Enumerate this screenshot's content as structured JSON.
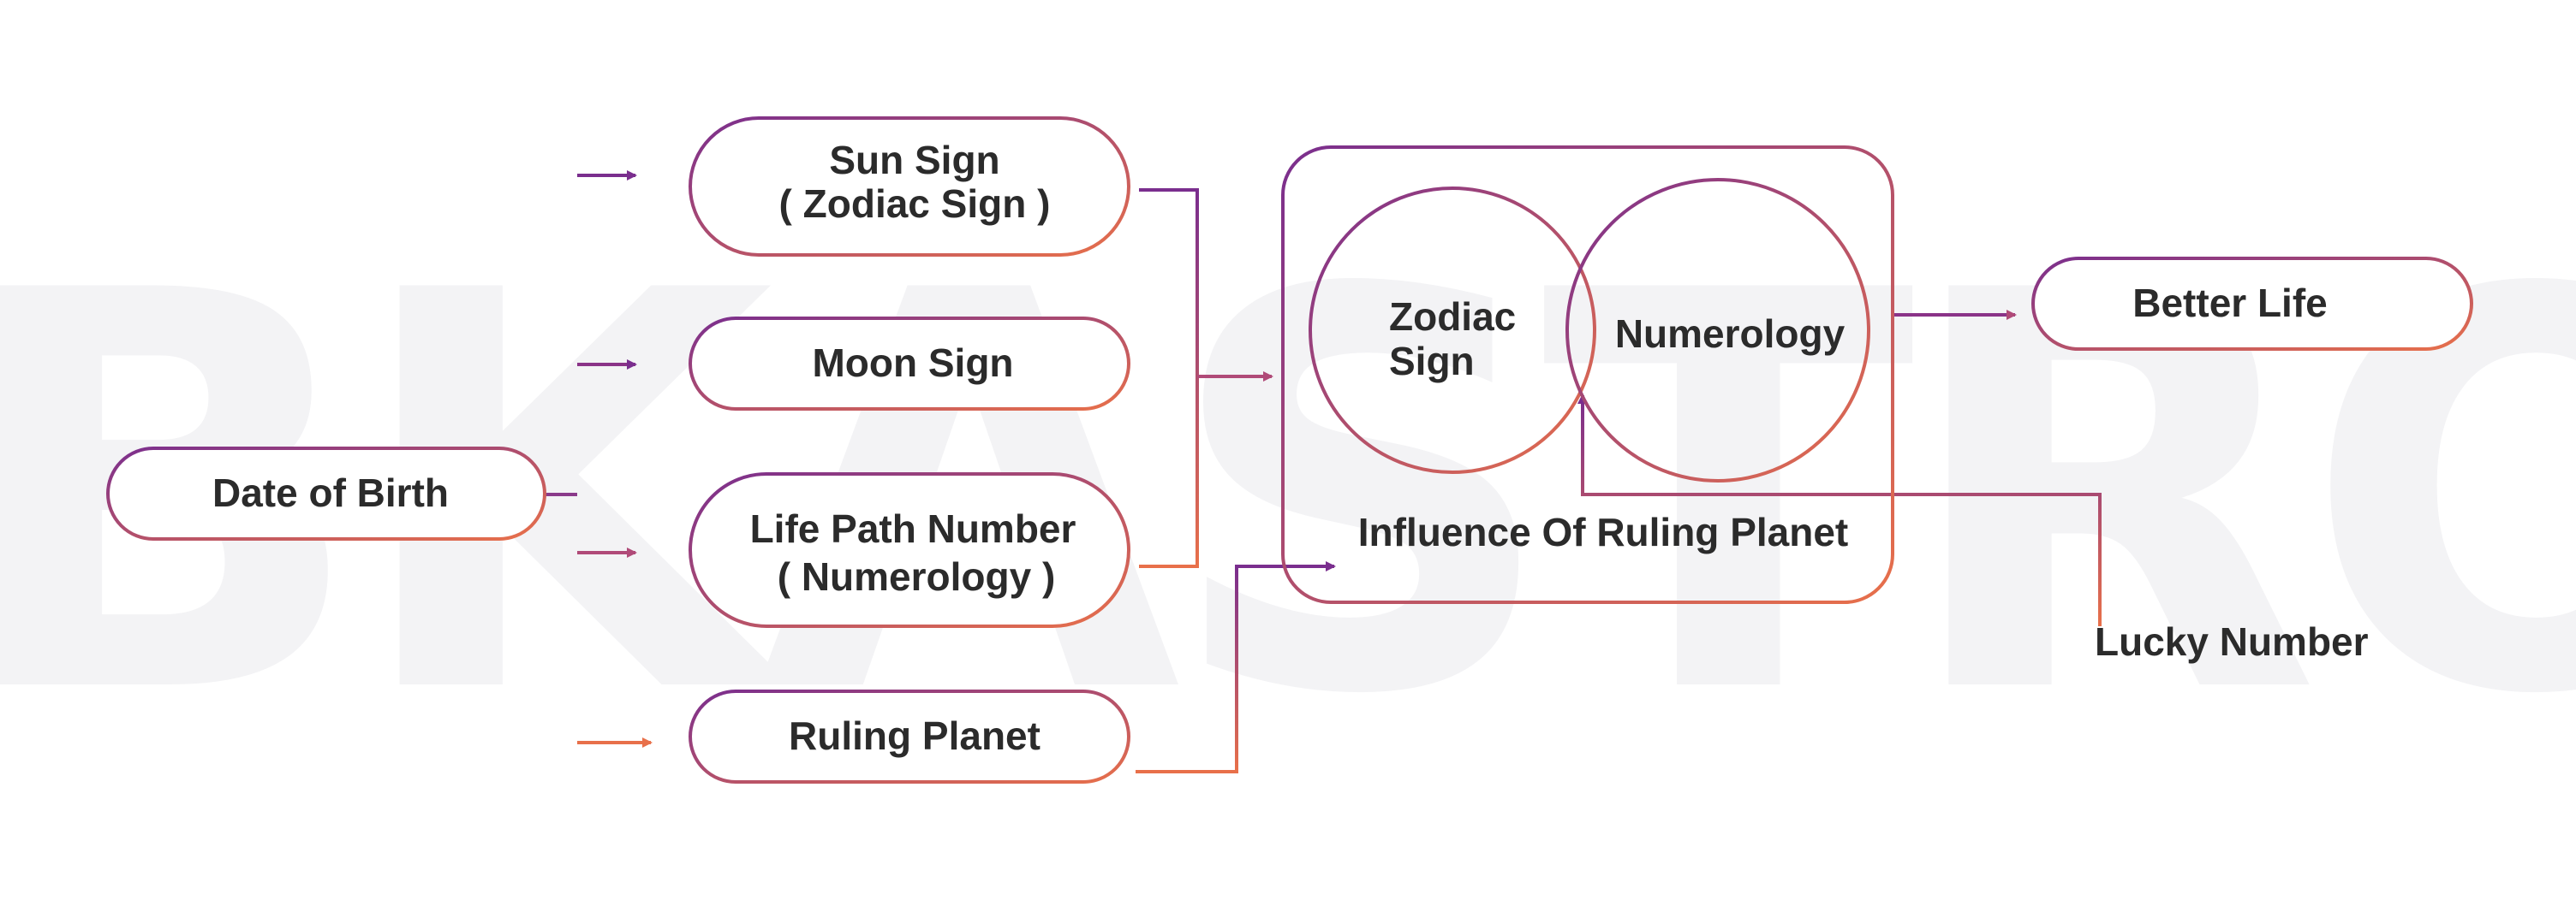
{
  "watermark": "BKASTRO",
  "colors": {
    "purple": "#7a2e8e",
    "orange": "#e8704a",
    "text": "#2b2b2b",
    "watermark": "#f3f3f5",
    "background": "#ffffff"
  },
  "nodes": {
    "date_of_birth": "Date of Birth",
    "sun_sign": {
      "line1": "Sun Sign",
      "line2": "( Zodiac Sign )"
    },
    "moon_sign": "Moon Sign",
    "life_path": {
      "line1": "Life Path Number",
      "line2": "( Numerology )"
    },
    "ruling_planet": "Ruling Planet",
    "zodiac_sign": {
      "line1": "Zodiac",
      "line2": "Sign"
    },
    "numerology": "Numerology",
    "influence": "Influence Of Ruling Planet",
    "better_life": "Better Life",
    "lucky_number": "Lucky Number"
  }
}
